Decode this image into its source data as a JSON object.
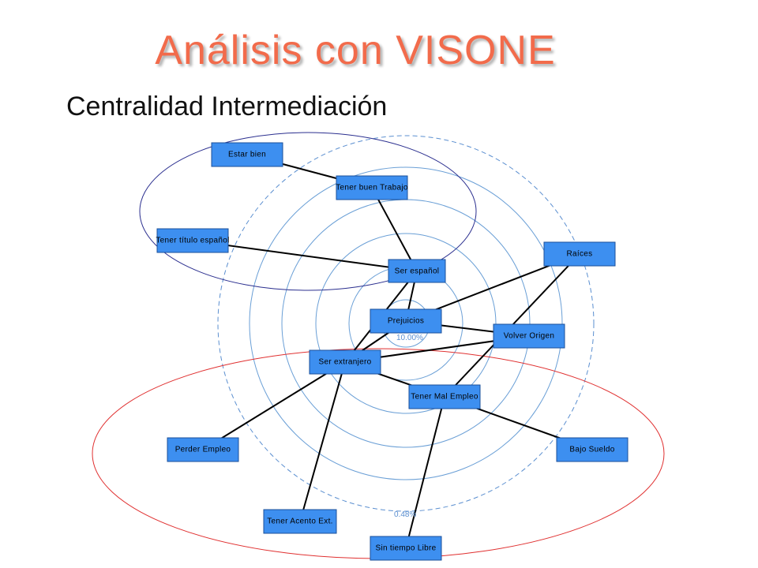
{
  "header": {
    "title": "Análisis con VISONE",
    "subtitle": "Centralidad Intermediación"
  },
  "diagram": {
    "colors": {
      "node_fill": "#3d8ff0",
      "title": "#f26b4b",
      "group_top": "#2b2f8f",
      "group_bottom": "#e03030",
      "rings": "#6a9fd6"
    },
    "scale_labels": {
      "inner": "10.00%",
      "outer": "0.48%"
    },
    "nodes": {
      "estar_bien": "Estar bien",
      "tener_buen_trabajo": "Tener buen Trabajo",
      "tener_titulo_espanol": "Tener título español",
      "ser_espanol": "Ser español",
      "raices": "Raíces",
      "prejuicios": "Prejuicios",
      "volver_origen": "Volver Origen",
      "ser_extranjero": "Ser extranjero",
      "tener_mal_empleo": "Tener Mal Empleo",
      "perder_empleo": "Perder Empleo",
      "bajo_sueldo": "Bajo Sueldo",
      "tener_acento_ext": "Tener Acento Ext.",
      "sin_tiempo_libre": "Sin tiempo Libre"
    },
    "edges": [
      [
        "estar_bien",
        "tener_buen_trabajo"
      ],
      [
        "tener_buen_trabajo",
        "ser_espanol"
      ],
      [
        "tener_titulo_espanol",
        "ser_espanol"
      ],
      [
        "ser_espanol",
        "prejuicios"
      ],
      [
        "raices",
        "prejuicios"
      ],
      [
        "raices",
        "tener_mal_empleo"
      ],
      [
        "prejuicios",
        "volver_origen"
      ],
      [
        "prejuicios",
        "ser_extranjero"
      ],
      [
        "ser_espanol",
        "ser_extranjero"
      ],
      [
        "volver_origen",
        "ser_extranjero"
      ],
      [
        "ser_extranjero",
        "tener_mal_empleo"
      ],
      [
        "ser_extranjero",
        "perder_empleo"
      ],
      [
        "ser_extranjero",
        "tener_acento_ext"
      ],
      [
        "tener_mal_empleo",
        "bajo_sueldo"
      ],
      [
        "tener_mal_empleo",
        "sin_tiempo_libre"
      ]
    ]
  }
}
